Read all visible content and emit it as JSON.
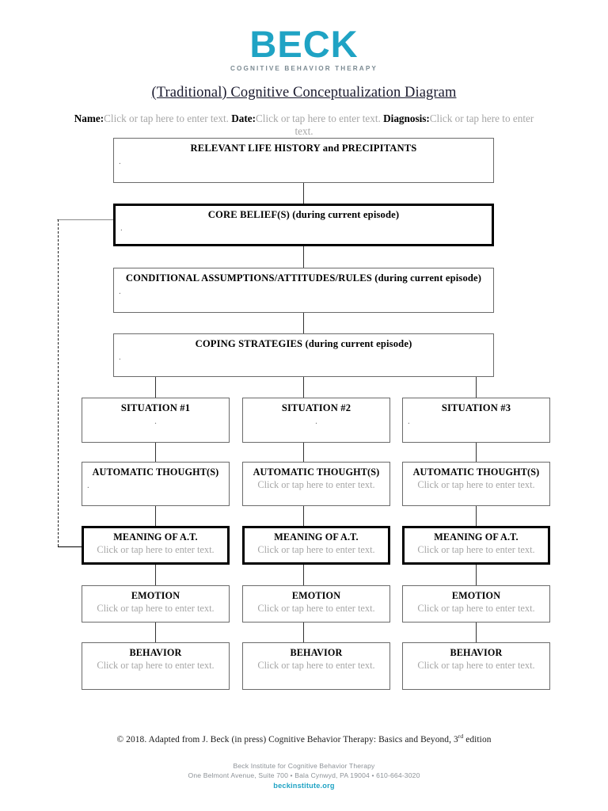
{
  "brand": {
    "logo_word": "BECK",
    "logo_tagline": "COGNITIVE BEHAVIOR THERAPY",
    "accent_color": "#1FA3C4",
    "muted_color": "#8d9297"
  },
  "header": {
    "title": "(Traditional) Cognitive Conceptualization Diagram",
    "fields": [
      {
        "label": "Name:",
        "value": "Click or tap here to enter text."
      },
      {
        "label": "Date:",
        "value": "Click or tap here to enter text."
      },
      {
        "label": "Diagnosis:",
        "value": "Click or tap here to enter text."
      }
    ]
  },
  "diagram": {
    "top_boxes": [
      {
        "title": "RELEVANT LIFE HISTORY and PRECIPITANTS",
        "value": ".",
        "emphasis": "normal"
      },
      {
        "title": "CORE BELIEF(S) (during current episode)",
        "value": ".",
        "emphasis": "thick"
      },
      {
        "title": "CONDITIONAL ASSUMPTIONS/ATTITUDES/RULES (during current episode)",
        "value": ".",
        "emphasis": "normal"
      },
      {
        "title": "COPING STRATEGIES (during current episode)",
        "value": ".",
        "emphasis": "normal"
      }
    ],
    "columns": [
      {
        "situation": {
          "title": "SITUATION #1",
          "value": "."
        },
        "automatic_thought": {
          "title": "AUTOMATIC THOUGHT(S)",
          "value": "."
        },
        "meaning": {
          "title": "MEANING OF A.T.",
          "value": "Click or tap here to enter text."
        },
        "emotion": {
          "title": "EMOTION",
          "value": "Click or tap here to enter text."
        },
        "behavior": {
          "title": "BEHAVIOR",
          "value": "Click or tap here to enter text."
        }
      },
      {
        "situation": {
          "title": "SITUATION #2",
          "value": "."
        },
        "automatic_thought": {
          "title": "AUTOMATIC THOUGHT(S)",
          "value": "Click or tap here to enter text."
        },
        "meaning": {
          "title": "MEANING OF A.T.",
          "value": "Click or tap here to enter text."
        },
        "emotion": {
          "title": "EMOTION",
          "value": "Click or tap here to enter text."
        },
        "behavior": {
          "title": "BEHAVIOR",
          "value": "Click or tap here to enter text."
        }
      },
      {
        "situation": {
          "title": "SITUATION #3",
          "value": "."
        },
        "automatic_thought": {
          "title": "AUTOMATIC THOUGHT(S)",
          "value": "Click or tap here to enter text."
        },
        "meaning": {
          "title": "MEANING OF A.T.",
          "value": "Click or tap here to enter text."
        },
        "emotion": {
          "title": "EMOTION",
          "value": "Click or tap here to enter text."
        },
        "behavior": {
          "title": "BEHAVIOR",
          "value": "Click or tap here to enter text."
        }
      }
    ]
  },
  "footer": {
    "copyright_pre": "© 2018. Adapted from J. Beck (in press) Cognitive Behavior Therapy: Basics and Beyond, 3",
    "copyright_sup": "rd",
    "copyright_post": " edition",
    "org": "Beck Institute for Cognitive Behavior Therapy",
    "address": "One Belmont Avenue, Suite 700 • Bala Cynwyd, PA 19004 • 610-664-3020",
    "website": "beckinstitute.org"
  }
}
